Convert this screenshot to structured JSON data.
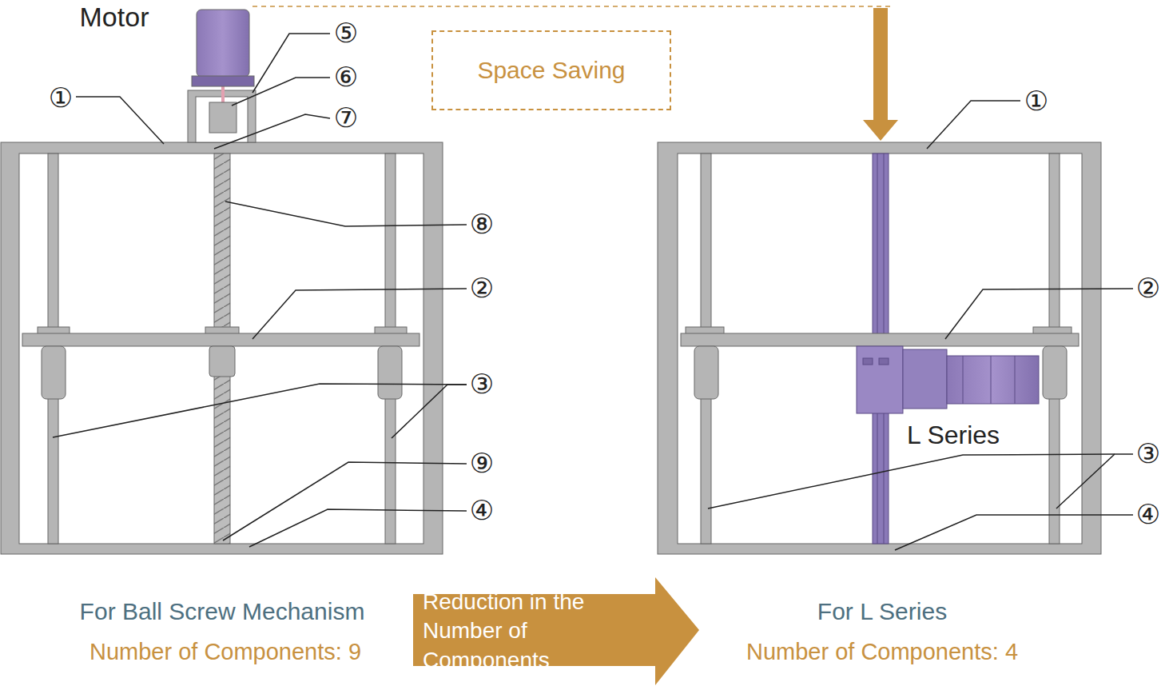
{
  "diagram": {
    "nodes": [
      {
        "text": [
          "Space Saving"
        ]
      },
      {
        "text": [
          "Reduction in the Number of Components"
        ]
      }
    ],
    "labels": [
      "Motor",
      "⑤",
      "⑥",
      "①",
      "⑦",
      "⑧",
      "②",
      "③",
      "⑨",
      "④",
      "For Ball Screw Mechanism",
      "Number of Components: 9",
      "①",
      "②",
      "L Series",
      "③",
      "④",
      "For L Series",
      "Number of Components: 4"
    ]
  }
}
